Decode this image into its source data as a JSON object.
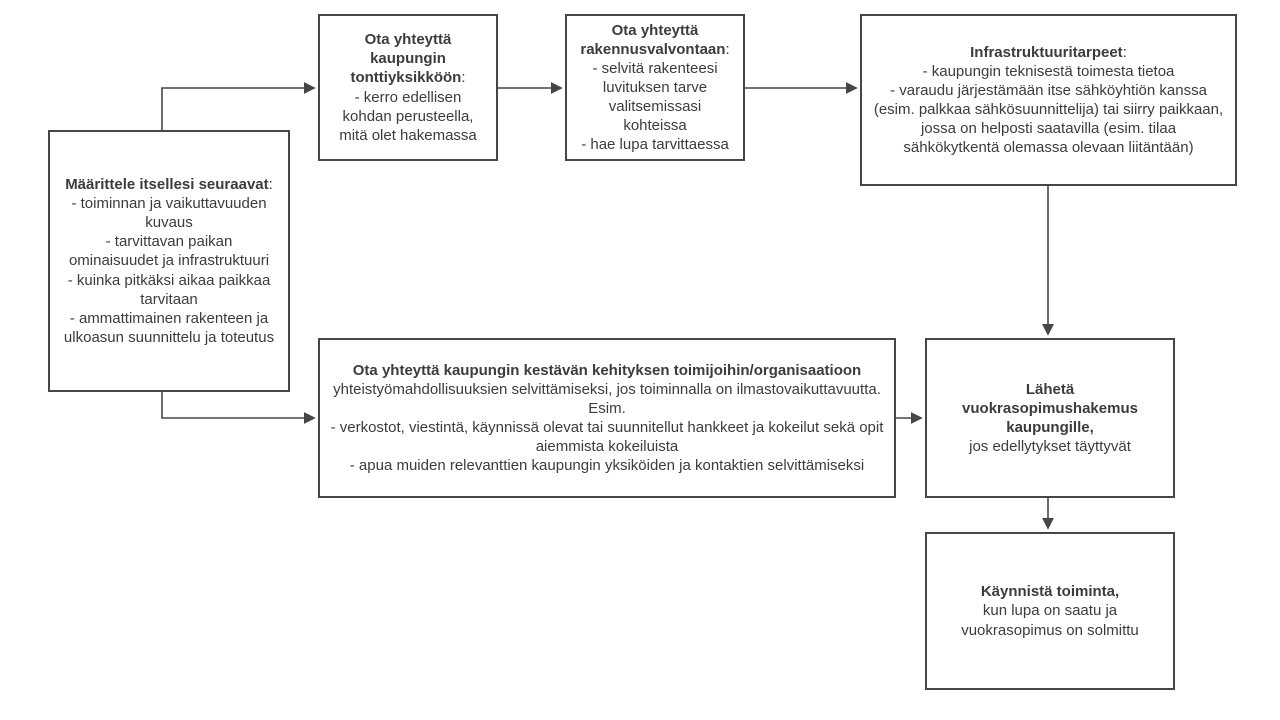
{
  "colors": {
    "line": "#464646",
    "text": "#3c3c3c",
    "box_background": "#ffffff"
  },
  "boxes": {
    "define": {
      "title": "Määrittele itsellesi seuraavat",
      "after_title": ":",
      "body": "- toiminnan ja vaikuttavuuden kuvaus\n- tarvittavan paikan ominaisuudet ja infrastruktuuri\n- kuinka pitkäksi aikaa paikkaa tarvitaan\n- ammattimainen rakenteen ja ulkoasun suunnittelu ja toteutus"
    },
    "tontti": {
      "title": "Ota yhteyttä kaupungin tonttiyksikköön",
      "after_title": ":",
      "body": "- kerro edellisen kohdan perusteella, mitä olet hakemassa"
    },
    "rakennus": {
      "title": "Ota yhteyttä rakennusvalvontaan",
      "after_title": ":",
      "body": "- selvitä rakenteesi luvituksen tarve valitsemissasi kohteissa\n- hae lupa tarvittaessa"
    },
    "infra": {
      "title": "Infrastruktuuritarpeet",
      "after_title": ":",
      "body": "- kaupungin teknisestä toimesta tietoa\n- varaudu järjestämään itse sähköyhtiön kanssa (esim. palkkaa sähkösuunnittelija) tai siirry paikkaan, jossa on helposti saatavilla (esim. tilaa sähkökytkentä olemassa olevaan liitäntään)"
    },
    "kestava": {
      "title": "Ota yhteyttä kaupungin kestävän kehityksen toimijoihin/organisaatioon",
      "after_title": " yhteistyömahdollisuuksien selvittämiseksi, jos toiminnalla on ilmastovaikuttavuutta. Esim.",
      "body": "- verkostot, viestintä, käynnissä olevat tai suunnitellut hankkeet ja kokeilut sekä opit aiemmista kokeiluista\n- apua muiden relevanttien kaupungin yksiköiden ja kontaktien selvittämiseksi"
    },
    "laheta": {
      "title": "Lähetä vuokrasopimushakemus kaupungille,",
      "body": "jos edellytykset täyttyvät"
    },
    "kaynnista": {
      "title": "Käynnistä toiminta,",
      "body": "kun lupa on saatu ja vuokrasopimus on solmittu"
    }
  },
  "edges": [
    {
      "from": "define",
      "to": "tontti"
    },
    {
      "from": "tontti",
      "to": "rakennus"
    },
    {
      "from": "rakennus",
      "to": "infra"
    },
    {
      "from": "infra",
      "to": "laheta"
    },
    {
      "from": "define",
      "to": "kestava"
    },
    {
      "from": "kestava",
      "to": "laheta"
    },
    {
      "from": "laheta",
      "to": "kaynnista"
    }
  ]
}
